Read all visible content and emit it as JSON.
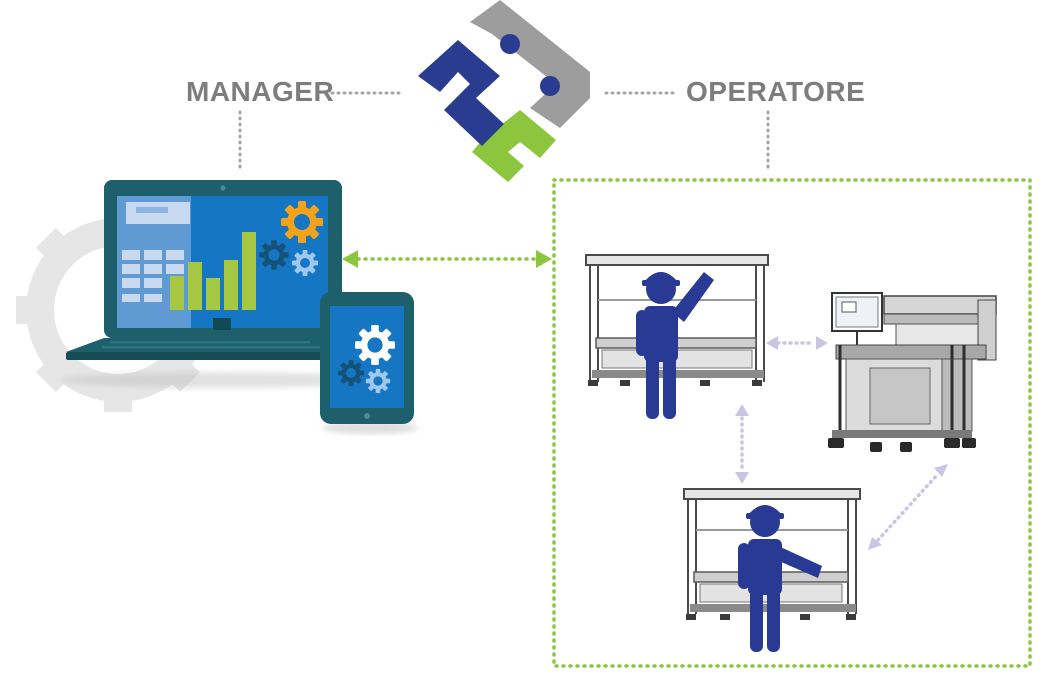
{
  "roles": {
    "manager": "MANAGER",
    "operator": "OPERATORE"
  },
  "colors": {
    "logo_navy": "#2a3c8f",
    "logo_grey": "#9d9d9d",
    "logo_green": "#8cc63f",
    "label_grey": "#7d7d7d",
    "dotted_green": "#8cc63f",
    "dotted_lilac": "#c9c6e4",
    "device_frame": "#1d5f6b",
    "screen_blue": "#1576c4",
    "gear_orange": "#f3a21b",
    "bar_green": "#a5c742",
    "worker_navy": "#283a93"
  },
  "icons": [
    "logo-mark",
    "laptop-icon",
    "tablet-icon",
    "gear-icon",
    "bar-chart-icon",
    "worker-icon",
    "machine-station-icon",
    "cnc-machine-icon"
  ]
}
